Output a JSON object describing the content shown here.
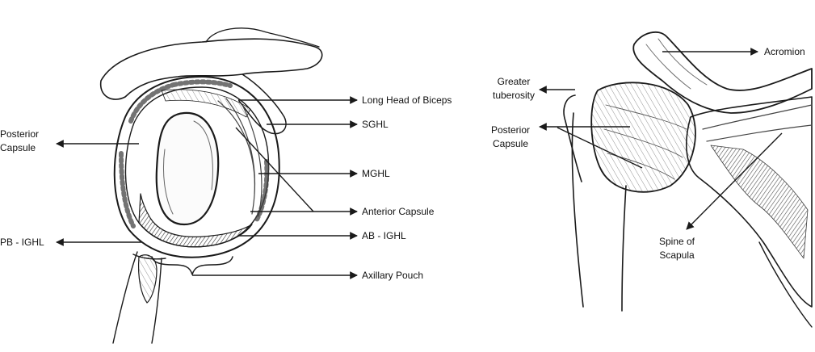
{
  "figure": {
    "left_panel": {
      "labels": {
        "long_head_biceps": "Long Head of Biceps",
        "sghl": "SGHL",
        "mghl": "MGHL",
        "anterior_capsule": "Anterior Capsule",
        "ab_ighl": "AB - IGHL",
        "axillary_pouch": "Axillary Pouch",
        "posterior_capsule_1": "Posterior",
        "posterior_capsule_2": "Capsule",
        "pb_ighl": "PB - IGHL"
      }
    },
    "right_panel": {
      "labels": {
        "acromion": "Acromion",
        "greater_tuberosity_1": "Greater",
        "greater_tuberosity_2": "tuberosity",
        "posterior_capsule_1": "Posterior",
        "posterior_capsule_2": "Capsule",
        "spine_scapula_1": "Spine of",
        "spine_scapula_2": "Scapula"
      }
    },
    "colors": {
      "ink": "#1a1a1a",
      "shade": "#555555",
      "paper": "#ffffff"
    }
  }
}
